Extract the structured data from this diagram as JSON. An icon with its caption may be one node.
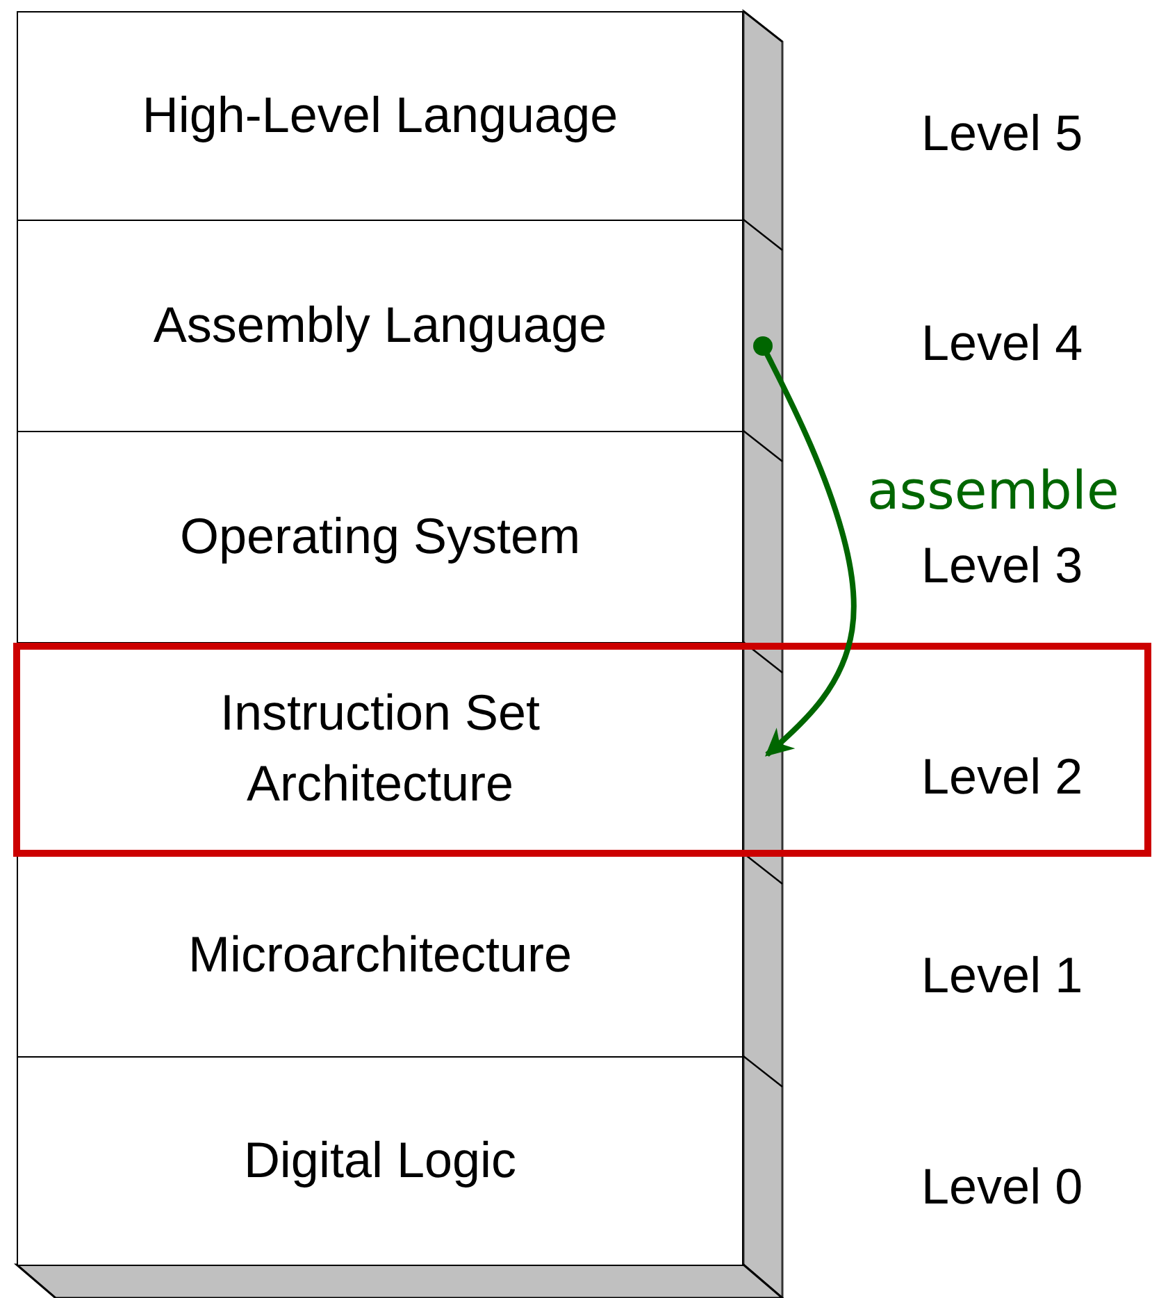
{
  "diagram": {
    "nodes": [
      {
        "text": [
          "High-Level Language"
        ],
        "beside": [
          "Level 5"
        ]
      },
      {
        "text": [
          "Assembly Language"
        ],
        "beside": [
          "Level 4"
        ]
      },
      {
        "text": [
          "Operating System"
        ],
        "beside": [
          "Level 3"
        ]
      },
      {
        "text": [
          "Instruction Set Architecture"
        ],
        "beside": [
          "Level 2"
        ]
      },
      {
        "text": [
          "Microarchitecture"
        ],
        "beside": [
          "Level 1"
        ]
      },
      {
        "text": [
          "Digital Logic"
        ],
        "beside": [
          "Level 0"
        ]
      }
    ],
    "edges": [
      {
        "from": 1,
        "to": 3,
        "arrow": "to",
        "label": "assemble",
        "color": "#006600"
      }
    ]
  }
}
